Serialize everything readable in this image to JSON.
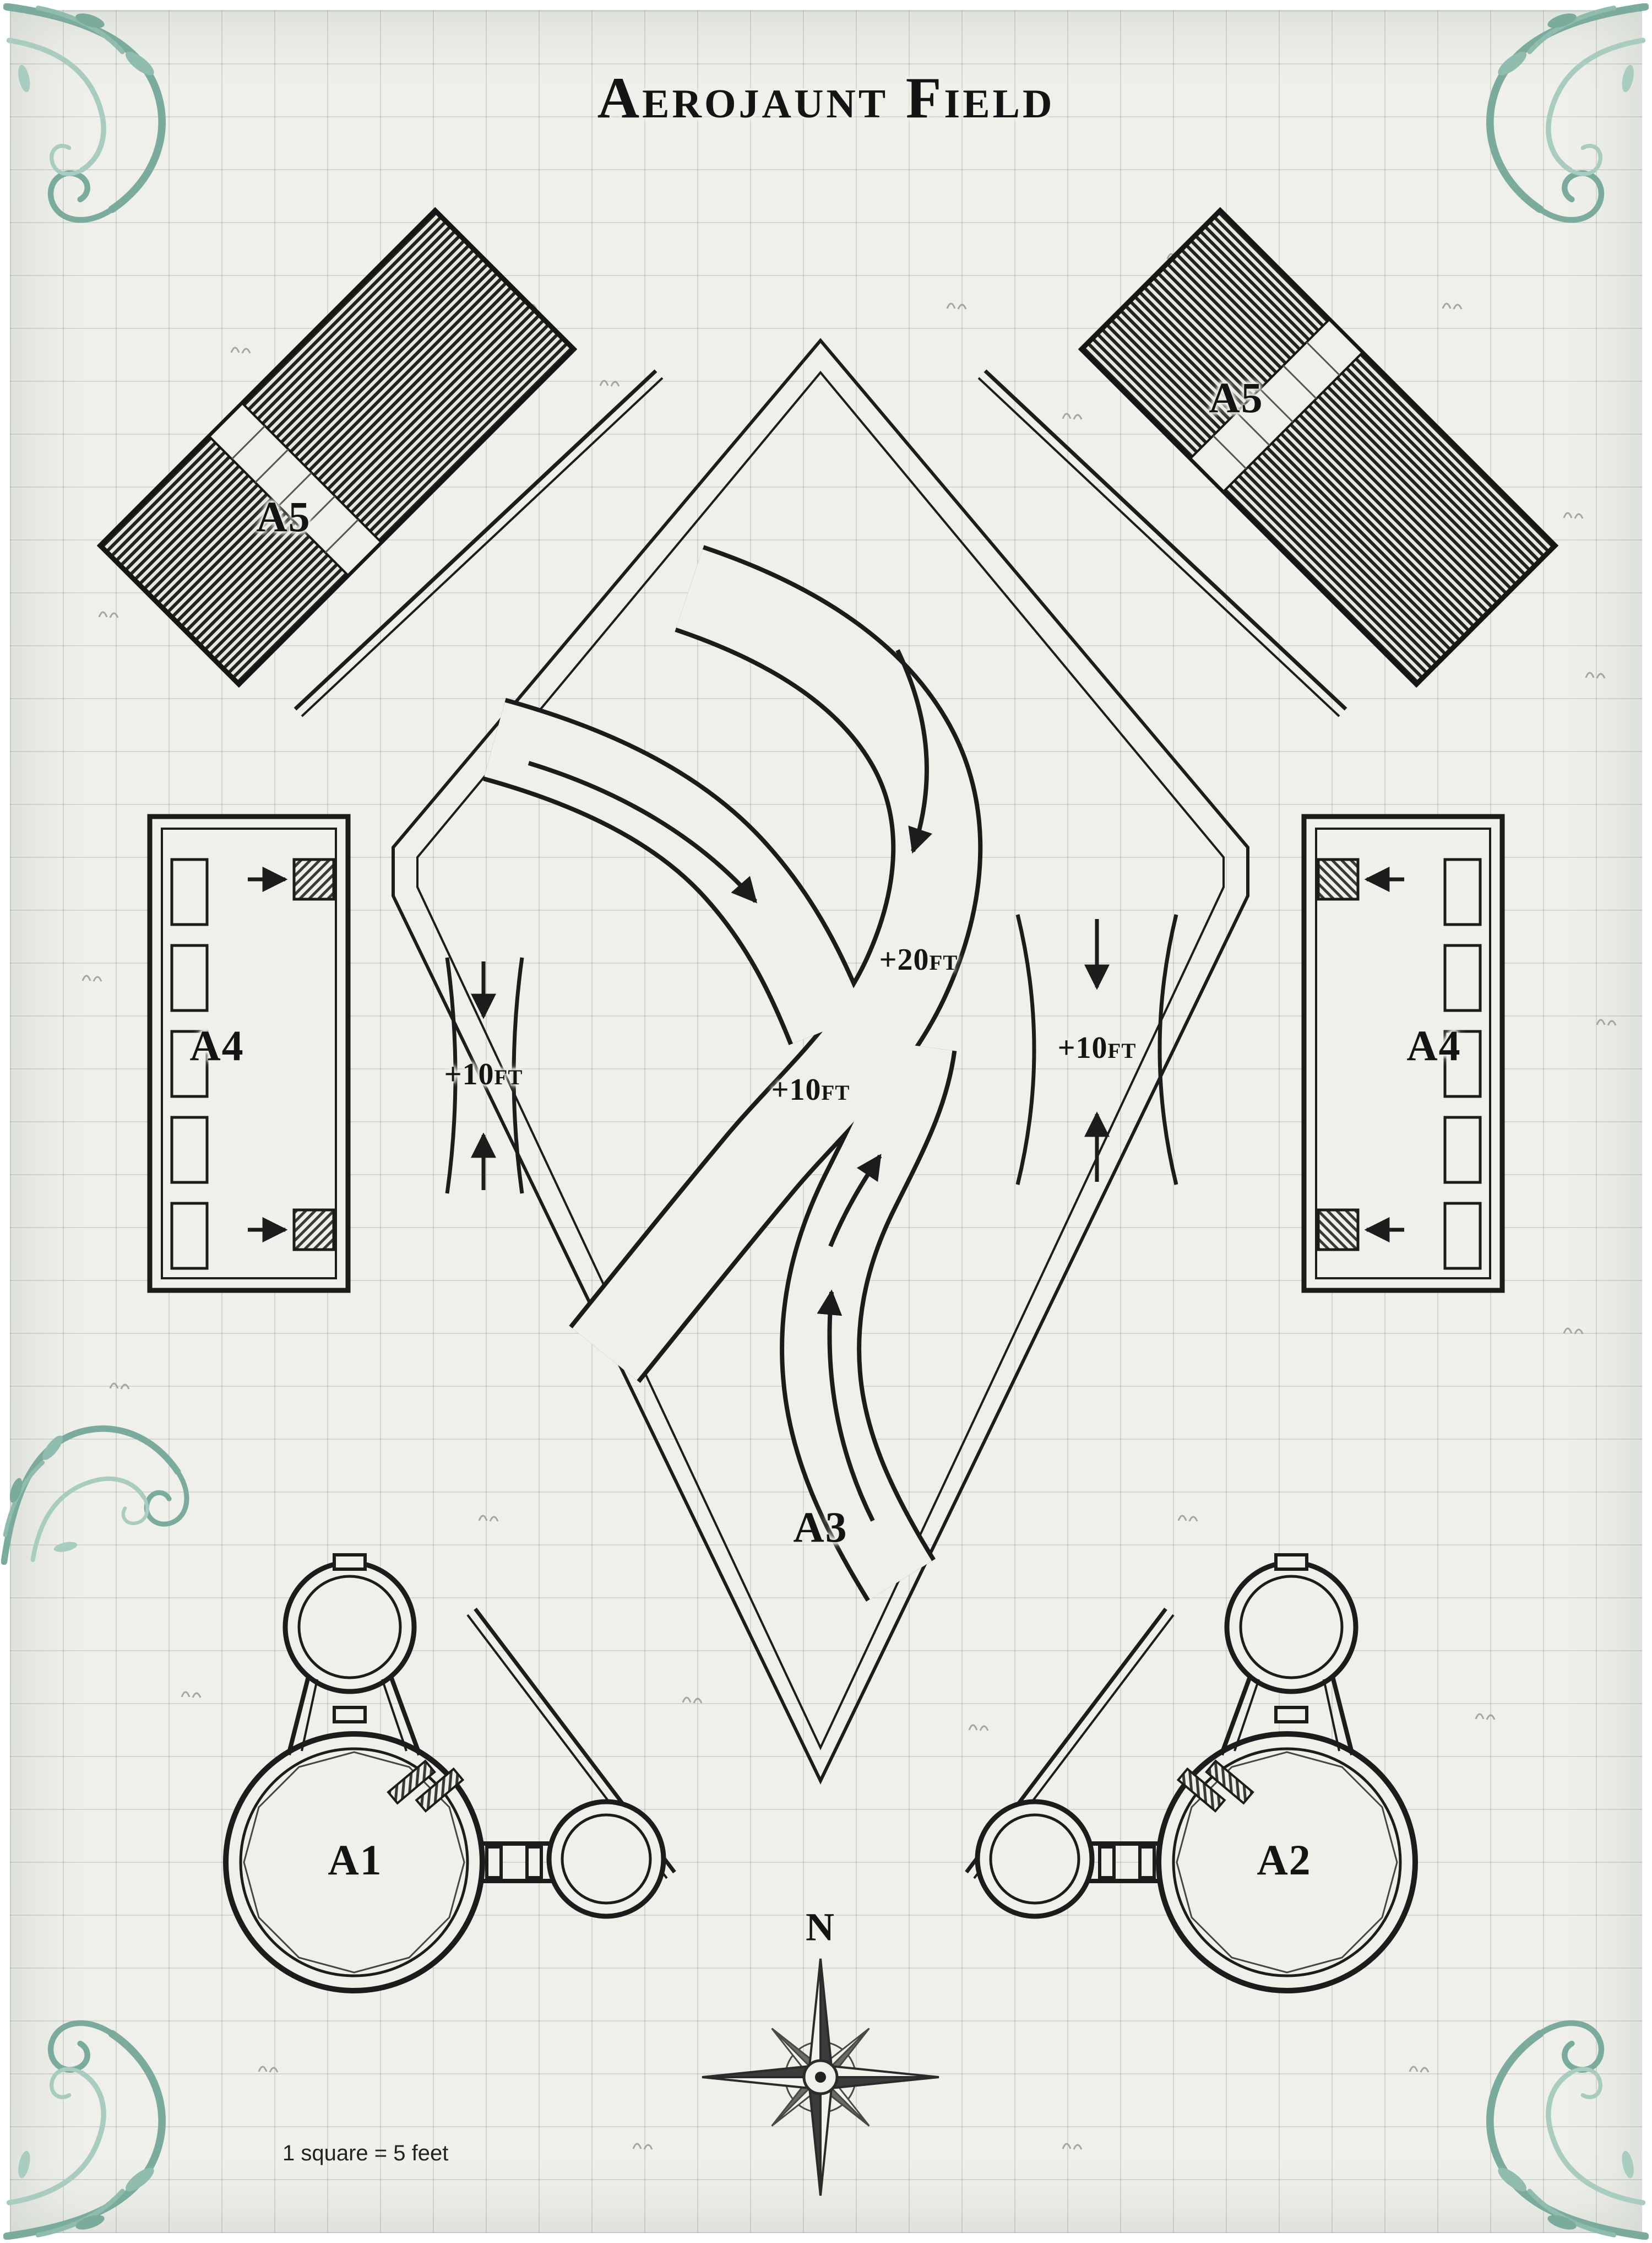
{
  "title": "Aerojaunt Field",
  "scale_note": "1 square = 5 feet",
  "compass": {
    "north": "N"
  },
  "areas": {
    "a1": {
      "label": "A1"
    },
    "a2": {
      "label": "A2"
    },
    "a3": {
      "label": "A3"
    },
    "a4_west": {
      "label": "A4"
    },
    "a4_east": {
      "label": "A4"
    },
    "a5_west": {
      "label": "A5"
    },
    "a5_east": {
      "label": "A5"
    }
  },
  "updrafts": {
    "center_high": {
      "label": "+20ft"
    },
    "center_mid": {
      "label": "+10ft"
    },
    "west_gate": {
      "label": "+10ft"
    },
    "east_gate": {
      "label": "+10ft"
    }
  },
  "colors": {
    "paper": "#eef0e9",
    "ink": "#1c1c1c",
    "grid_line": "#b9c0b4",
    "flourish": "#7aab9d",
    "flourish_light": "#a9ccc0"
  }
}
